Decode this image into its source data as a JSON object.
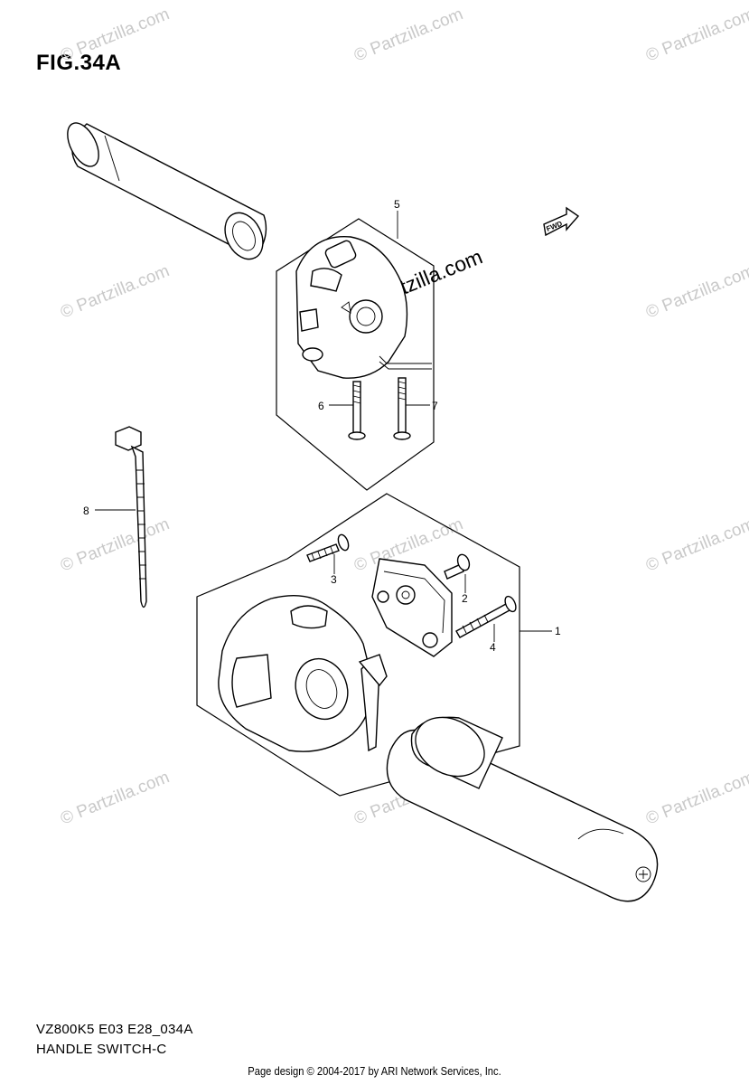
{
  "figure": {
    "title": "FIG.34A"
  },
  "captions": {
    "model_code": "VZ800K5 E03 E28_034A",
    "name": "HANDLE SWITCH-C"
  },
  "footer": {
    "text": "Page design © 2004-2017 by ARI Network Services, Inc."
  },
  "fwd_badge": "FWD",
  "watermark": {
    "text": "© Partzilla.com",
    "center_text": "© Partzilla.com"
  },
  "callouts": [
    "1",
    "2",
    "3",
    "4",
    "5",
    "6",
    "7",
    "8"
  ],
  "colors": {
    "line": "#000000",
    "watermark": "#c9c9c9",
    "background": "#ffffff"
  }
}
